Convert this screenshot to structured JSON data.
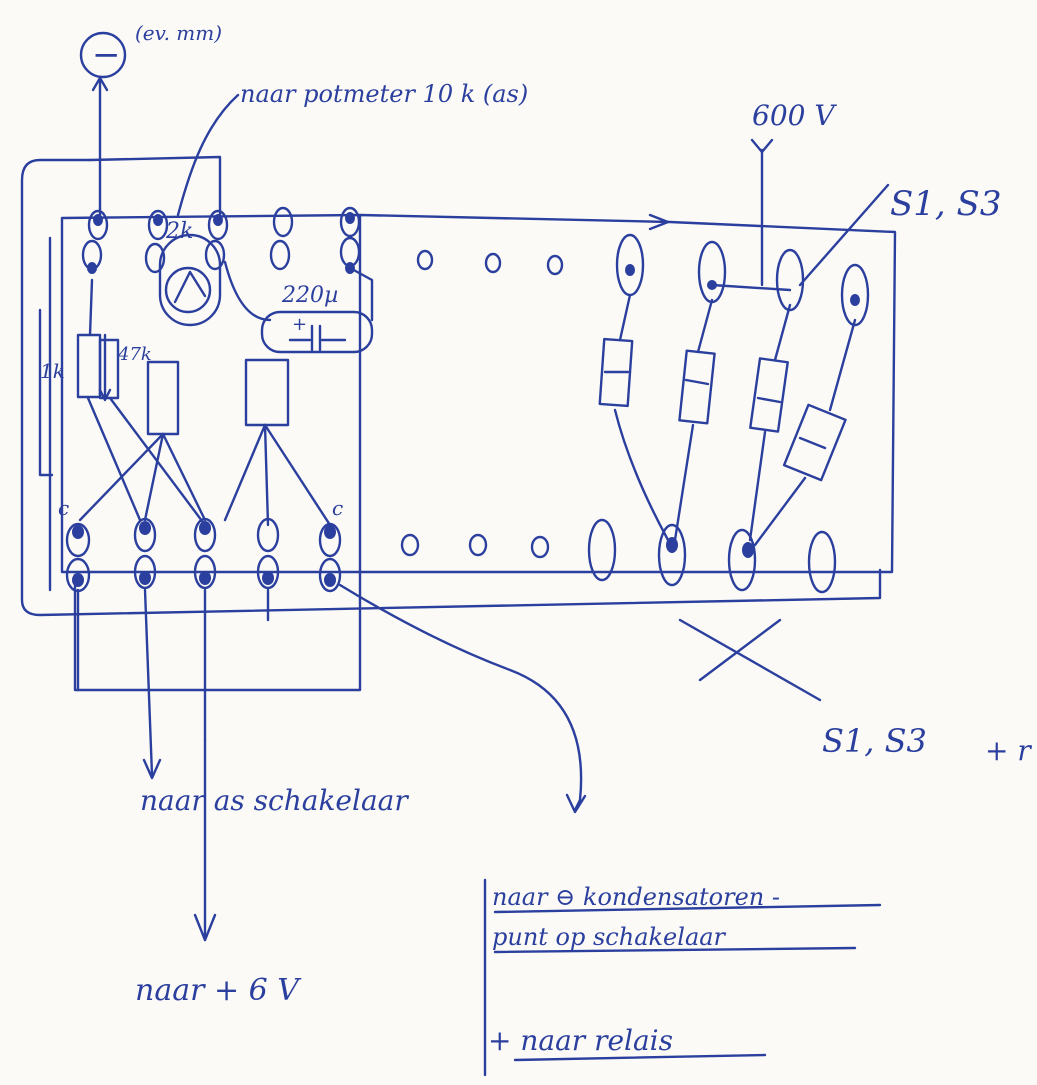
{
  "labels": {
    "minus_sign": "−",
    "ground_note": "(ev. mm)",
    "potmeter_note": "naar potmeter 10 k (as)",
    "voltage": "600 V",
    "s1s3_top": "S1, S3",
    "res_2k": "2k",
    "cap_220u": "220µ",
    "cap_plus": "+",
    "res_1k": "1k",
    "res_47k": "47k",
    "c_left": "c",
    "c_right": "c",
    "s1s3_bottom": "S1, S3",
    "s1s3_bottom_suffix": "+ r",
    "to_switch": "naar as schakelaar",
    "to_plus6v": "naar + 6 V",
    "to_capacitor_line1": "naar ⊖ kondensatoren -",
    "to_capacitor_line2": "punt op schakelaar",
    "to_relay": "+ naar relais"
  },
  "colors": {
    "ink": "#2b3f9e",
    "paper": "#fbfaf6"
  }
}
